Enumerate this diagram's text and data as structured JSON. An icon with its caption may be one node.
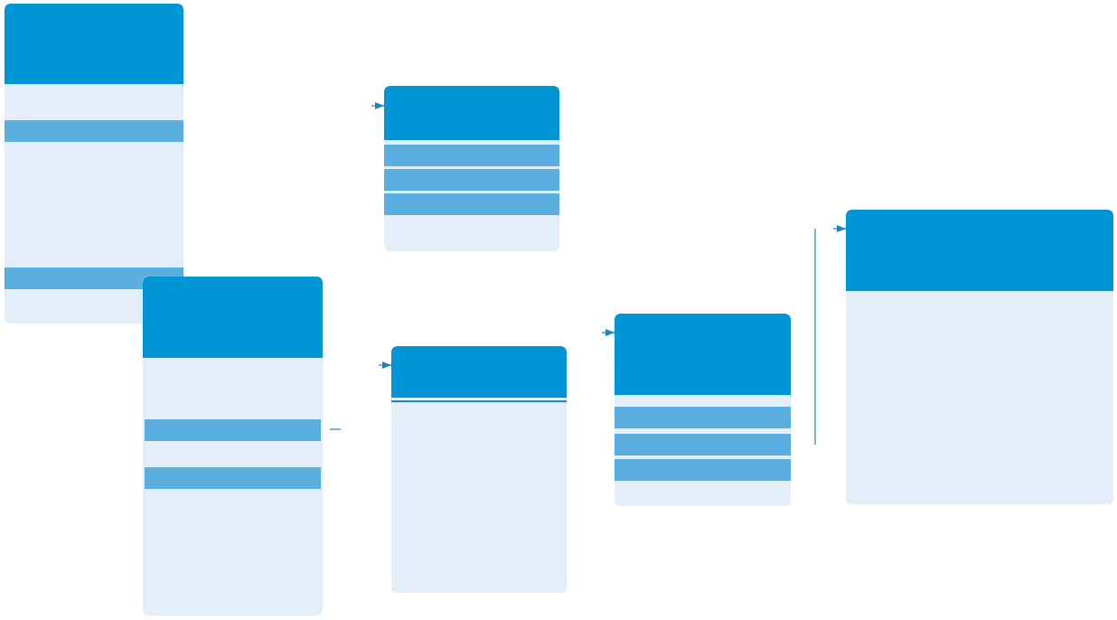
{
  "diagram": {
    "nodes": [
      {
        "text": [],
        "shape": "box"
      },
      {
        "text": [],
        "shape": "box"
      },
      {
        "text": [],
        "shape": "box"
      },
      {
        "text": [],
        "shape": "box"
      },
      {
        "text": [],
        "shape": "box"
      },
      {
        "text": [],
        "shape": "box"
      }
    ],
    "edges": [
      {
        "from": null,
        "to": 2,
        "arrow": "to"
      },
      {
        "from": null,
        "to": 3,
        "arrow": "to"
      },
      {
        "from": null,
        "to": 4,
        "arrow": "to"
      },
      {
        "from": null,
        "to": 5,
        "arrow": "to"
      }
    ]
  }
}
